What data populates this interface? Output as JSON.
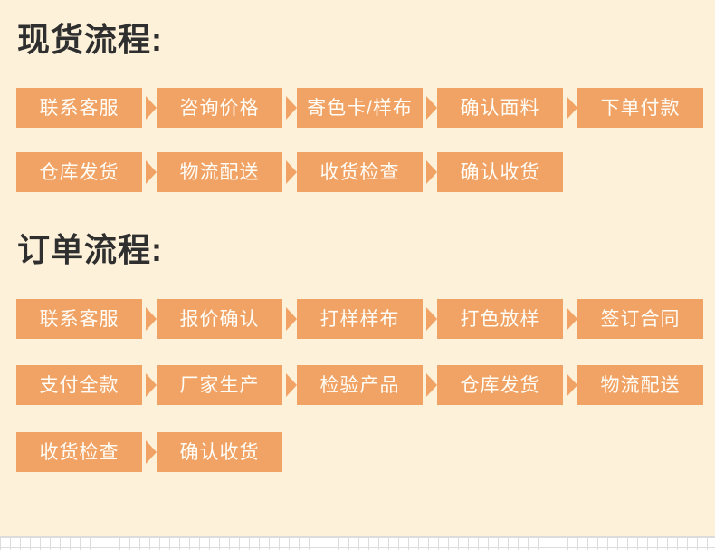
{
  "colors": {
    "background": "#FDF1D9",
    "box_fill": "#F1A365",
    "box_text": "#FFFDF7",
    "title_text": "#2F2F2F",
    "grid_line": "#DCDCDC",
    "grid_background": "#FFFFFF"
  },
  "sections": [
    {
      "title": "现货流程:",
      "rows": [
        [
          "联系客服",
          "咨询价格",
          "寄色卡/样布",
          "确认面料",
          "下单付款"
        ],
        [
          "仓库发货",
          "物流配送",
          "收货检查",
          "确认收货"
        ]
      ]
    },
    {
      "title": "订单流程:",
      "rows": [
        [
          "联系客服",
          "报价确认",
          "打样样布",
          "打色放样",
          "签订合同"
        ],
        [
          "支付全款",
          "厂家生产",
          "检验产品",
          "仓库发货",
          "物流配送"
        ],
        [
          "收货检查",
          "确认收货"
        ]
      ]
    }
  ]
}
